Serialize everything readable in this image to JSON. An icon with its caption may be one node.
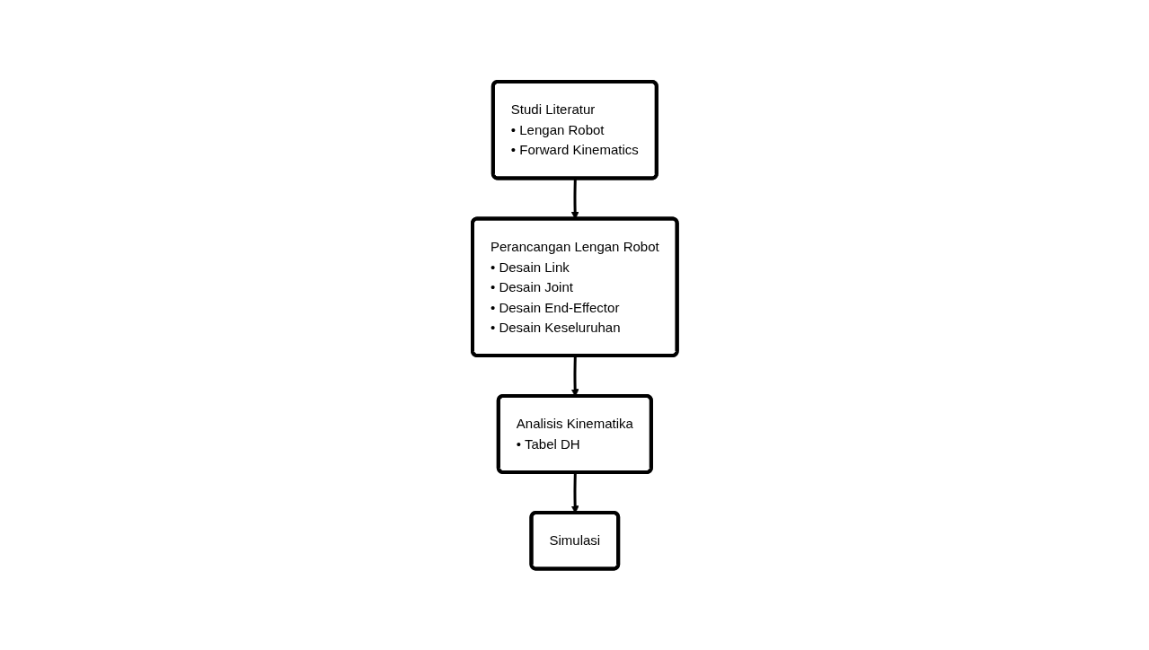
{
  "diagram": {
    "nodes": [
      {
        "text": [
          "Studi Literatur",
          "• Lengan Robot",
          "• Forward Kinematics"
        ]
      },
      {
        "text": [
          "Perancangan Lengan Robot",
          "• Desain Link",
          "• Desain Joint",
          "• Desain End-Effector",
          "• Desain Keseluruhan"
        ]
      },
      {
        "text": [
          "Analisis Kinematika",
          "• Tabel DH"
        ]
      },
      {
        "text": [
          "Simulasi"
        ]
      }
    ],
    "edges": [
      {
        "from": 0,
        "to": 1,
        "arrow": "to"
      },
      {
        "from": 1,
        "to": 2,
        "arrow": "to"
      },
      {
        "from": 2,
        "to": 3,
        "arrow": "to"
      }
    ]
  }
}
